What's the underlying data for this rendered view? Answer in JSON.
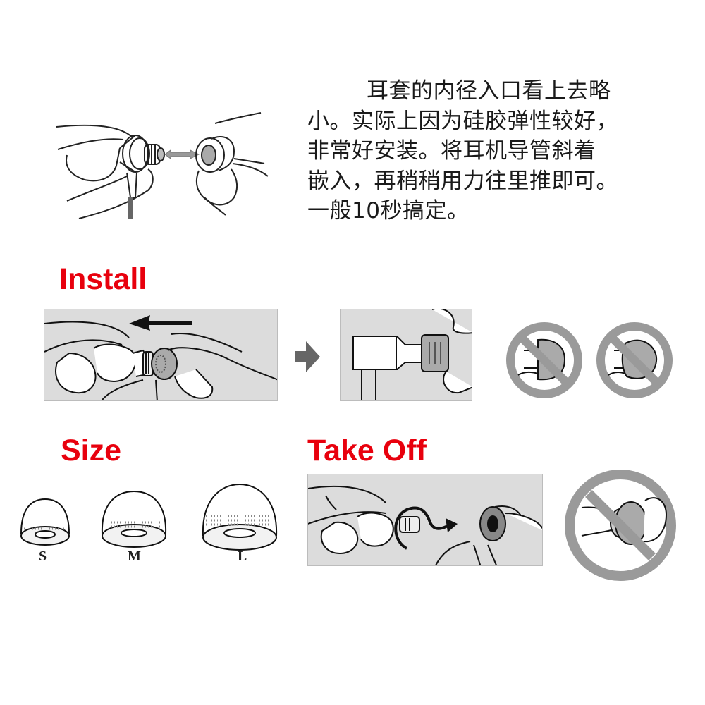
{
  "instructions": {
    "lines": [
      "耳套的内径入口看上去略",
      "小。实际上因为硅胶弹性较好，",
      "非常好安装。将耳机导管斜着",
      "嵌入，再稍稍用力往里推即可。",
      "一般10秒搞定。"
    ]
  },
  "sections": {
    "install": {
      "title": "Install"
    },
    "size": {
      "title": "Size",
      "labels": [
        "S",
        "M",
        "L"
      ]
    },
    "take_off": {
      "title": "Take Off"
    }
  },
  "colors": {
    "heading": "#e8000d",
    "panel_bg": "#dcdcdc",
    "prohibit": "#9a9a9a",
    "arrow": "#666666"
  },
  "icons": [
    "double-arrow-icon",
    "left-arrow-icon",
    "right-arrow-icon",
    "prohibited-icon",
    "curved-arrow-icon"
  ]
}
